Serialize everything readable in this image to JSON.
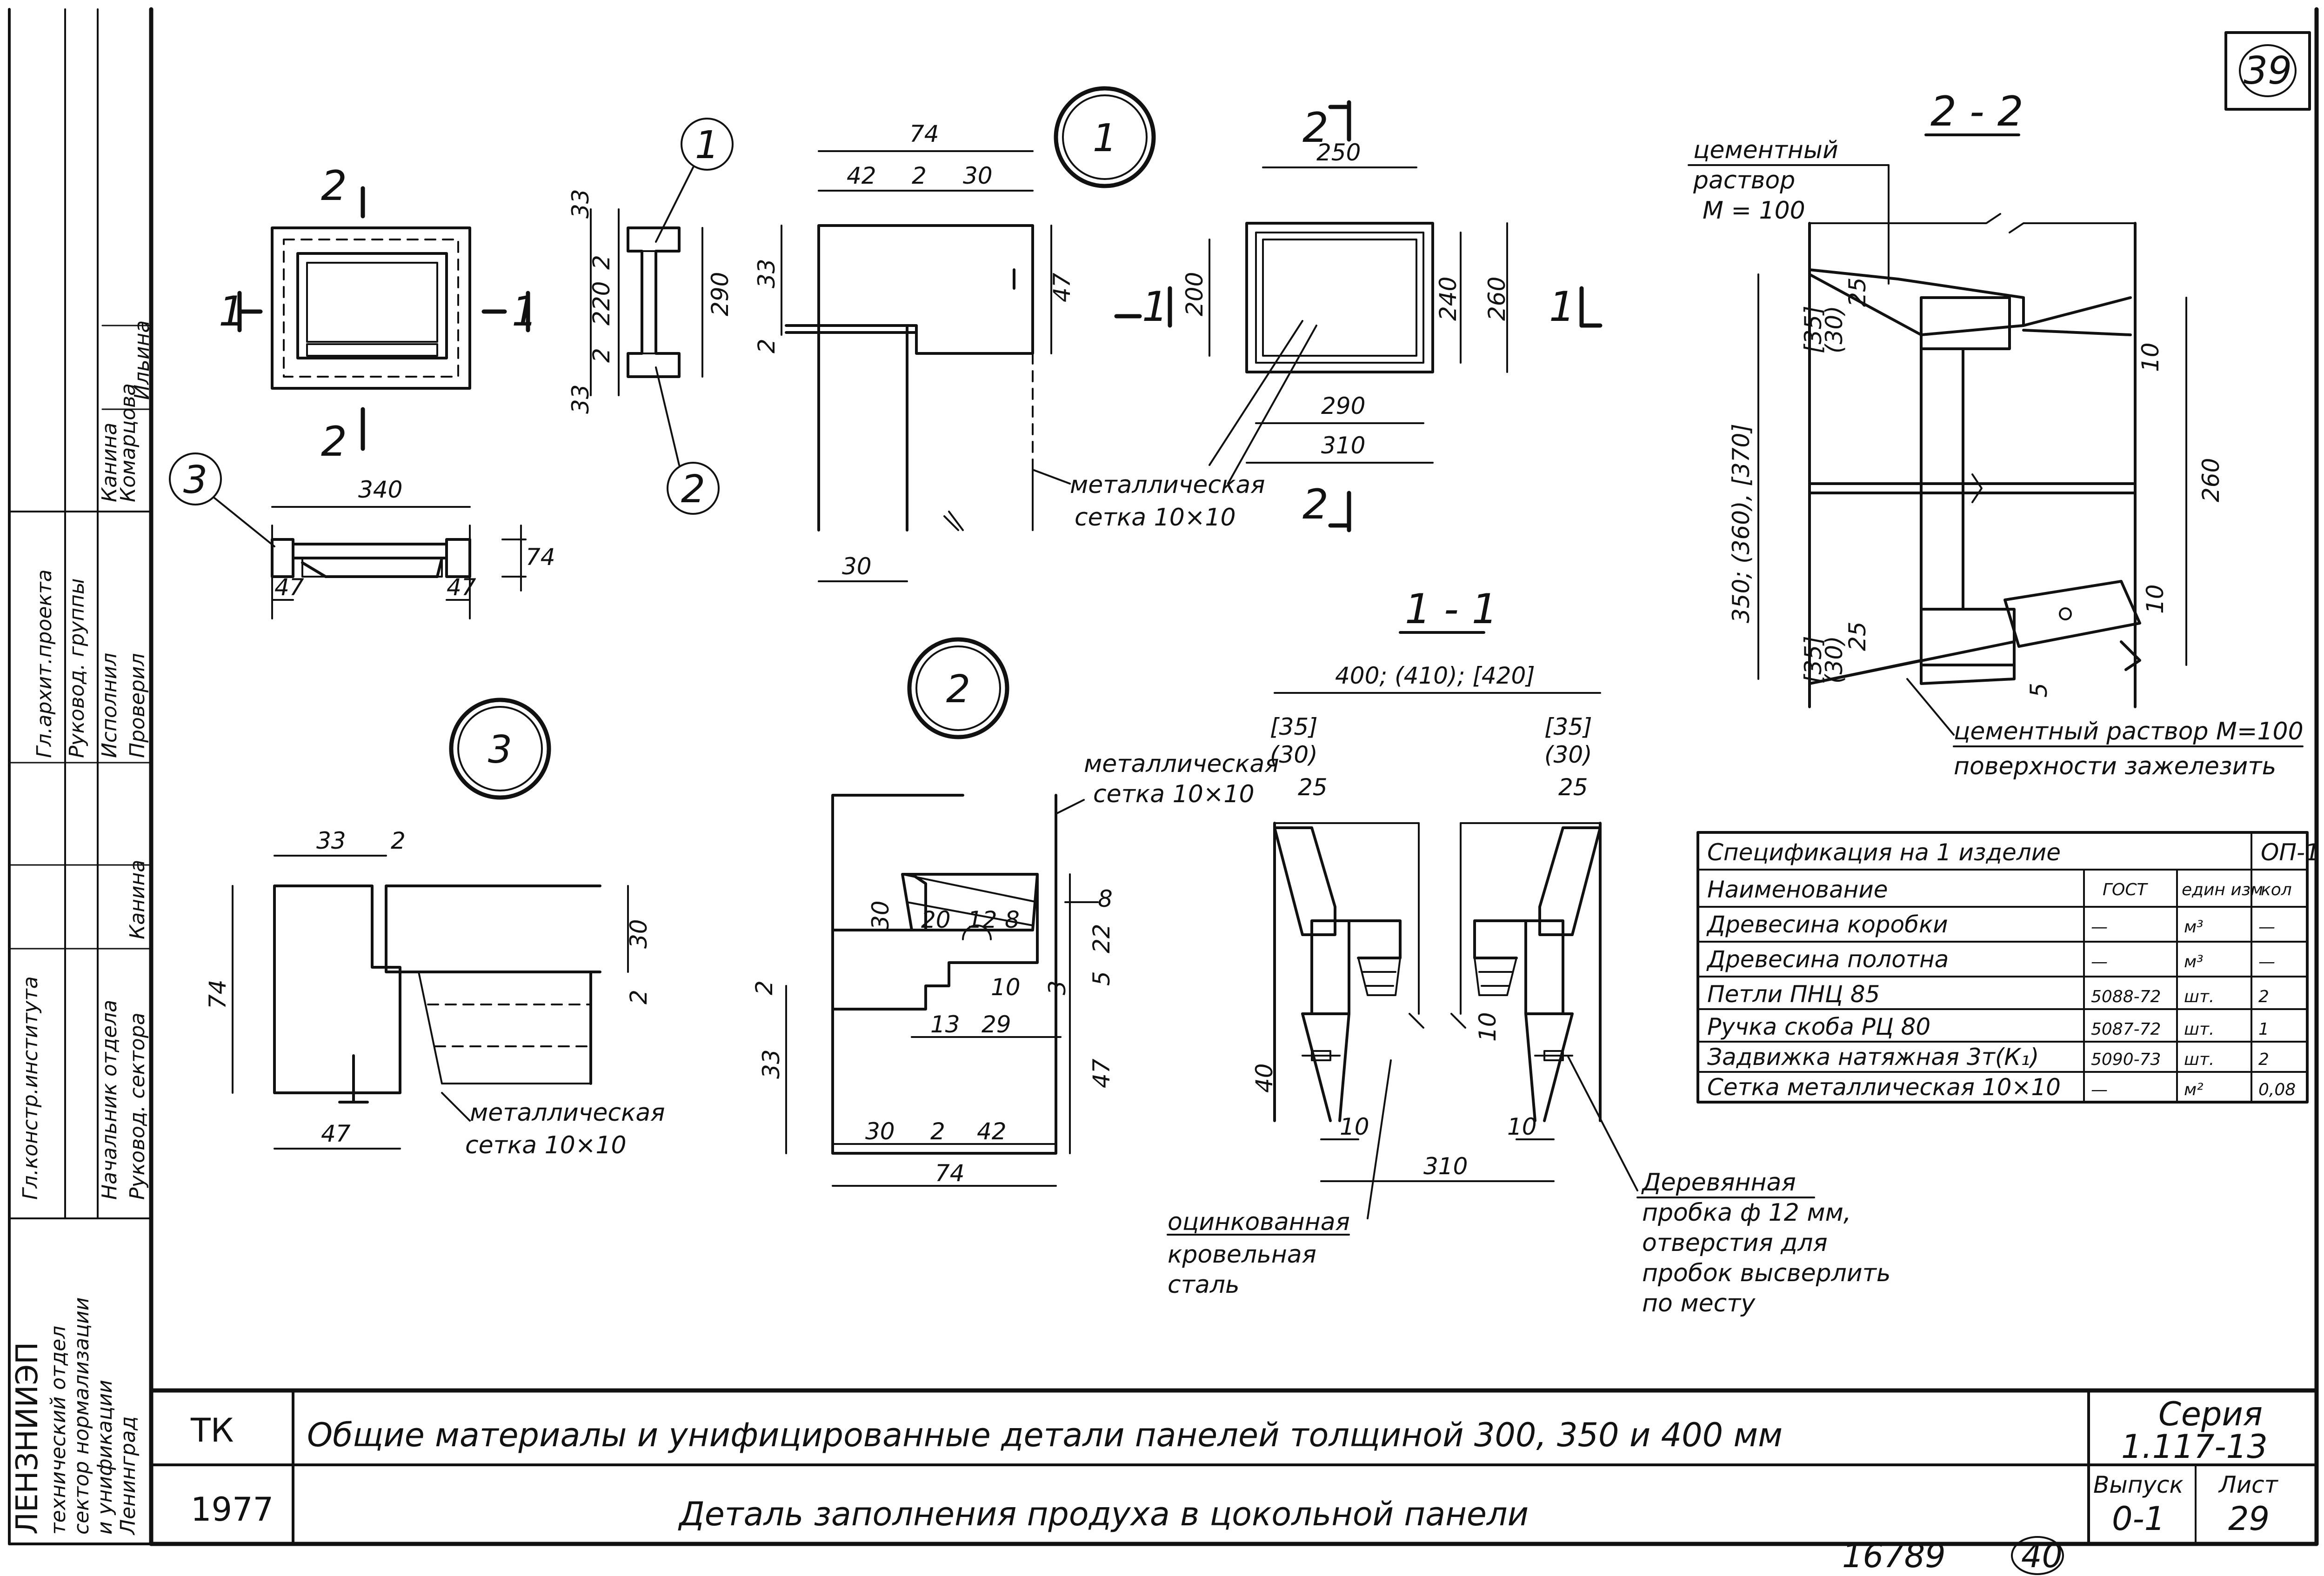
{
  "sheet_no": "39",
  "sheet_no_bottom": "40",
  "inventory_no": "16789",
  "title_block": {
    "code": "ТК",
    "year": "1977",
    "title_line1": "Общие материалы и унифицированные детали панелей толщиной 300, 350 и 400 мм",
    "title_line2": "Деталь заполнения продуха в цокольной панели",
    "series_label": "Серия",
    "series_value": "1.117-13",
    "issue_label": "Выпуск",
    "issue_value": "0-1",
    "sheet_label": "Лист",
    "sheet_value": "29"
  },
  "stamp": {
    "roles": [
      "Гл.архит.проекта",
      "Руковод. группы",
      "Исполнил",
      "Проверил",
      "Гл.констр.института",
      "Начальник отдела",
      "Руковод. сектора"
    ],
    "names": [
      "Канина",
      "Комарцова",
      "Ильина",
      "Канина"
    ],
    "org": [
      "ЛЕНЗНИИЭП",
      "технический отдел",
      "сектор нормализации",
      "и унификации",
      "Ленинград"
    ]
  },
  "views": {
    "front_labels": [
      "2",
      "2",
      "1",
      "1"
    ],
    "plan_dims": [
      "340",
      "47",
      "47",
      "74"
    ],
    "callouts": [
      "1",
      "2",
      "3"
    ],
    "profile_dims": [
      "33",
      "2",
      "220",
      "2",
      "33",
      "290"
    ],
    "detail1": {
      "dims": [
        "74",
        "42",
        "2",
        "30",
        "33",
        "2",
        "47",
        "30"
      ],
      "note": [
        "металлическая",
        "сетка 10×10"
      ]
    },
    "grille": {
      "dims": [
        "250",
        "200",
        "240",
        "260",
        "290",
        "310"
      ],
      "cut_labels": [
        "2",
        "2",
        "1",
        "1"
      ]
    },
    "detail2": {
      "dims": [
        "30",
        "20",
        "12",
        "8",
        "8",
        "22",
        "5",
        "3",
        "10",
        "2",
        "13",
        "29",
        "47",
        "33",
        "30",
        "2",
        "42",
        "74"
      ],
      "note": [
        "металлическая",
        "сетка 10×10"
      ]
    },
    "detail3": {
      "dims": [
        "33",
        "2",
        "30",
        "2",
        "74",
        "47"
      ],
      "note": [
        "металлическая",
        "сетка 10×10"
      ]
    },
    "section_11": {
      "title": "1 - 1",
      "width": "400; (410); [420]",
      "left_dims": [
        "[35]",
        "(30)",
        "25"
      ],
      "right_dims": [
        "[35]",
        "(30)",
        "25"
      ],
      "dims": [
        "40",
        "10",
        "10",
        "10",
        "310"
      ],
      "notes": {
        "steel": [
          "оцинкованная",
          "кровельная",
          "сталь"
        ],
        "plug": [
          "Деревянная",
          "пробка ф 12 мм,",
          "отверстия для",
          "пробок высверлить",
          "по месту"
        ]
      }
    },
    "section_22": {
      "title": "2 - 2",
      "mortar_top": [
        "цементный",
        "раствор",
        "М = 100"
      ],
      "mortar_bottom": [
        "цементный раствор М=100",
        "поверхности зажелезить"
      ],
      "dims_top": [
        "[35]",
        "(30)",
        "25"
      ],
      "dims_bottom": [
        "[35]",
        "(30)",
        "25"
      ],
      "height": "350; (360), [370]",
      "dims": [
        "10",
        "260",
        "10",
        "5"
      ]
    }
  },
  "spec": {
    "title": "Спецификация на 1 изделие",
    "code": "ОП-1",
    "headers": [
      "Наименование",
      "ГОСТ",
      "един изм",
      "кол"
    ],
    "rows": [
      [
        "Древесина коробки",
        "—",
        "м³",
        "—"
      ],
      [
        "Древесина полотна",
        "—",
        "м³",
        "—"
      ],
      [
        "Петли ПНЦ 85",
        "5088-72",
        "шт.",
        "2"
      ],
      [
        "Ручка скоба РЦ 80",
        "5087-72",
        "шт.",
        "1"
      ],
      [
        "Задвижка натяжная 3т(К₁)",
        "5090-73",
        "шт.",
        "2"
      ],
      [
        "Сетка металлическая 10×10",
        "—",
        "м²",
        "0,08"
      ]
    ]
  }
}
